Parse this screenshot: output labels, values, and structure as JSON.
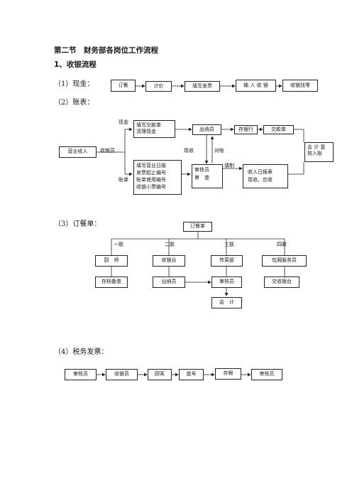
{
  "heading": "第二节　财务部各岗位工作流程",
  "section1": "1、收银流程",
  "cash": {
    "label": "（1）现金：",
    "steps": [
      "订餐",
      "计价",
      "填写发票",
      "输 入 收 银",
      "收银找零"
    ]
  },
  "ledger": {
    "label": "（2）账表：",
    "revenue": "营业收入",
    "cashier": "收银员",
    "cash_label": "现金",
    "bill_label": "账单",
    "fill_form": "填写交款单\n清理现金",
    "daily_report": "填写营业日报\n发票起止编号\n账单使用编号\n收银小票编号",
    "teller": "出纳员",
    "deposit": "存银行",
    "payment_slip": "交款单",
    "auditor": "审核员\n审　查",
    "income_report": "收入日报表\n现收、应收",
    "accountant": "会 计 复\n核入账",
    "cash_receipt": "现收",
    "reconcile": "对账",
    "fill_in": "填制"
  },
  "order": {
    "label": "（3）订餐单：",
    "root": "订餐单",
    "copies": [
      "一联",
      "二联",
      "三联",
      "四联"
    ],
    "row1": [
      "厨　师",
      "收银台",
      "传菜部",
      "包厢服务员"
    ],
    "row2": [
      "存档备查",
      "出纳员",
      "审核员",
      "交收银台"
    ],
    "accounting": "会　计"
  },
  "tax": {
    "label": "（4）税务发票：",
    "steps": [
      "审核员",
      "收银员",
      "顾客",
      "盘号",
      "存根",
      "审核员"
    ]
  }
}
